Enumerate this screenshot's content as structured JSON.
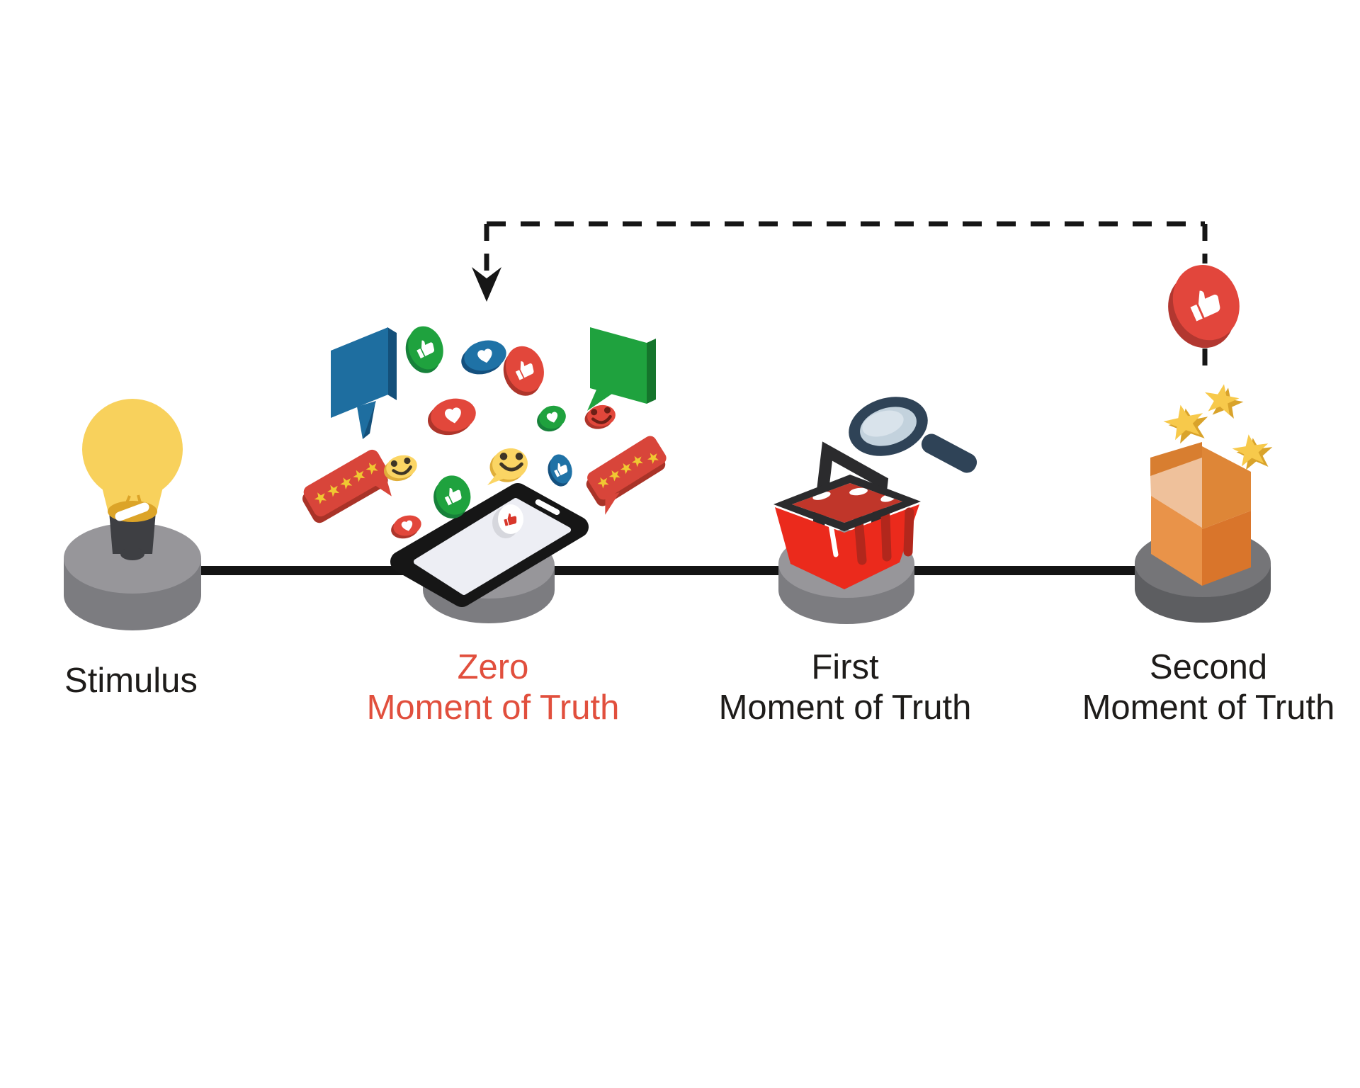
{
  "stages": [
    {
      "id": "stimulus",
      "label_line1": "Stimulus",
      "label_line2": "",
      "icon": "lightbulb-icon"
    },
    {
      "id": "zero-moment-of-truth",
      "label_line1": "Zero",
      "label_line2": "Moment of Truth",
      "icon": "smartphone-social-reactions-icon",
      "highlight_color": "#e14f3d"
    },
    {
      "id": "first-moment-of-truth",
      "label_line1": "First",
      "label_line2": "Moment of Truth",
      "icon": "shopping-basket-magnifier-icon"
    },
    {
      "id": "second-moment-of-truth",
      "label_line1": "Second",
      "label_line2": "Moment of Truth",
      "icon": "open-box-stars-icon"
    }
  ],
  "feedback_loop": {
    "style": "dashed-arrow",
    "from_stage": "second-moment-of-truth",
    "to_stage": "zero-moment-of-truth",
    "badge_icon": "thumbs-up-badge-icon"
  },
  "zmot_reaction_icons": [
    "speech-bubble-icon",
    "thumbs-up-icon",
    "heart-icon",
    "smiley-icon",
    "five-star-review-bubble-icon"
  ],
  "colors": {
    "background": "#ffffff",
    "timeline_black": "#141414",
    "label_black": "#1e1c1a",
    "zmot_red_accent": "#e14f3d",
    "bulb_yellow": "#f8d15c",
    "pedestal_gray_top": "#97969a",
    "pedestal_gray_side": "#7c7c80",
    "pedestal_dark_top": "#757578",
    "pedestal_dark_side": "#5d5e61",
    "reaction_green": "#1fa23e",
    "reaction_blue": "#1f72a6",
    "reaction_red": "#e2473b",
    "reaction_yellow": "#fbd564",
    "basket_red": "#eb2a1c",
    "magnifier_navy": "#2f4357",
    "box_orange": "#e99349",
    "star_gold": "#f7c94b",
    "phone_frame": "#161616",
    "phone_screen": "#edeef4"
  }
}
